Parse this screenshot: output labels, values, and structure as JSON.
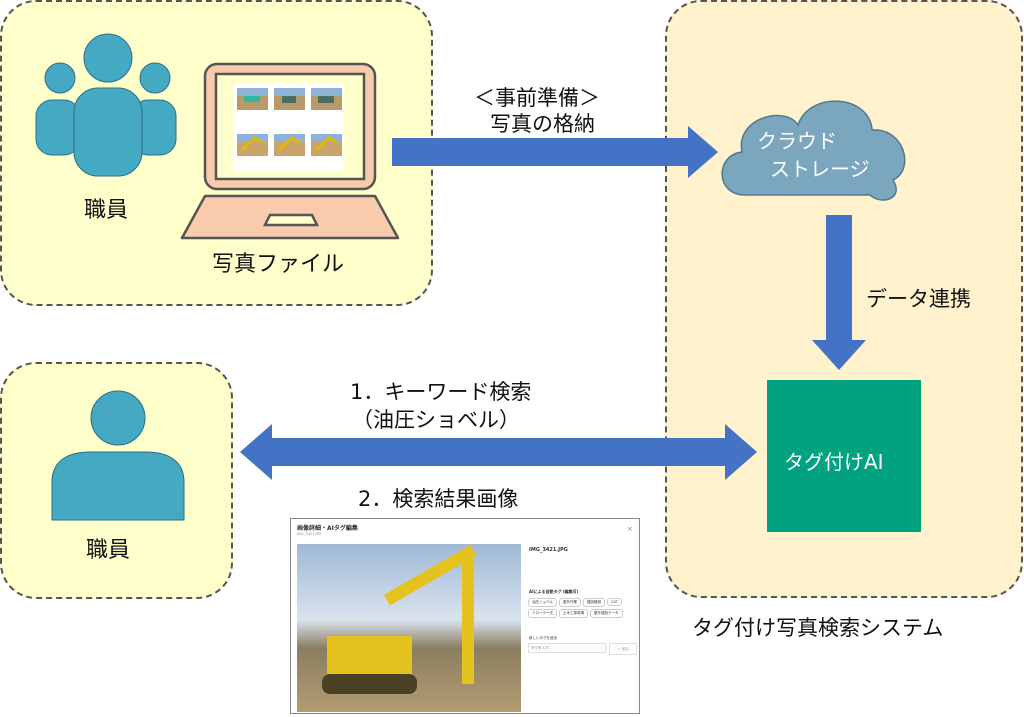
{
  "colors": {
    "person": "#45A9C3",
    "arrow": "#4472C4",
    "cloud": "#7BA7BE",
    "ai_box": "#00A27F",
    "panel_left": "#FFFFCC",
    "panel_system": "#FFF2CC",
    "laptop": "#F8CBAD"
  },
  "top_left": {
    "staff_label": "職員",
    "laptop_label": "写真ファイル"
  },
  "arrow_top": {
    "line1": "＜事前準備＞",
    "line2": "写真の格納"
  },
  "cloud": {
    "line1": "クラウド",
    "line2": "ストレージ"
  },
  "arrow_down": {
    "label": "データ連携"
  },
  "ai_box": {
    "label": "タグ付けAI"
  },
  "system": {
    "label": "タグ付け写真検索システム"
  },
  "bottom_left": {
    "staff_label": "職員"
  },
  "arrow_mid": {
    "line1": "1．キーワード検索",
    "line2": "（油圧ショベル）",
    "line3": "2．検索結果画像"
  },
  "screenshot": {
    "title": "画像詳細・AIタグ編集",
    "subtitle": "IMG_3421.JPG",
    "filename": "IMG_3421.JPG",
    "section_tags": "AIによる自動タグ (編集可)",
    "tags": [
      "油圧ショベル",
      "屋外作業",
      "建設機械",
      "CAT",
      "クローラー式",
      "土木工事現場",
      "屋外建設データ"
    ],
    "add_tag_label": "新しいタグを追加",
    "input_placeholder": "タグを入力...",
    "add_button": "+ 追加",
    "close": "×"
  }
}
